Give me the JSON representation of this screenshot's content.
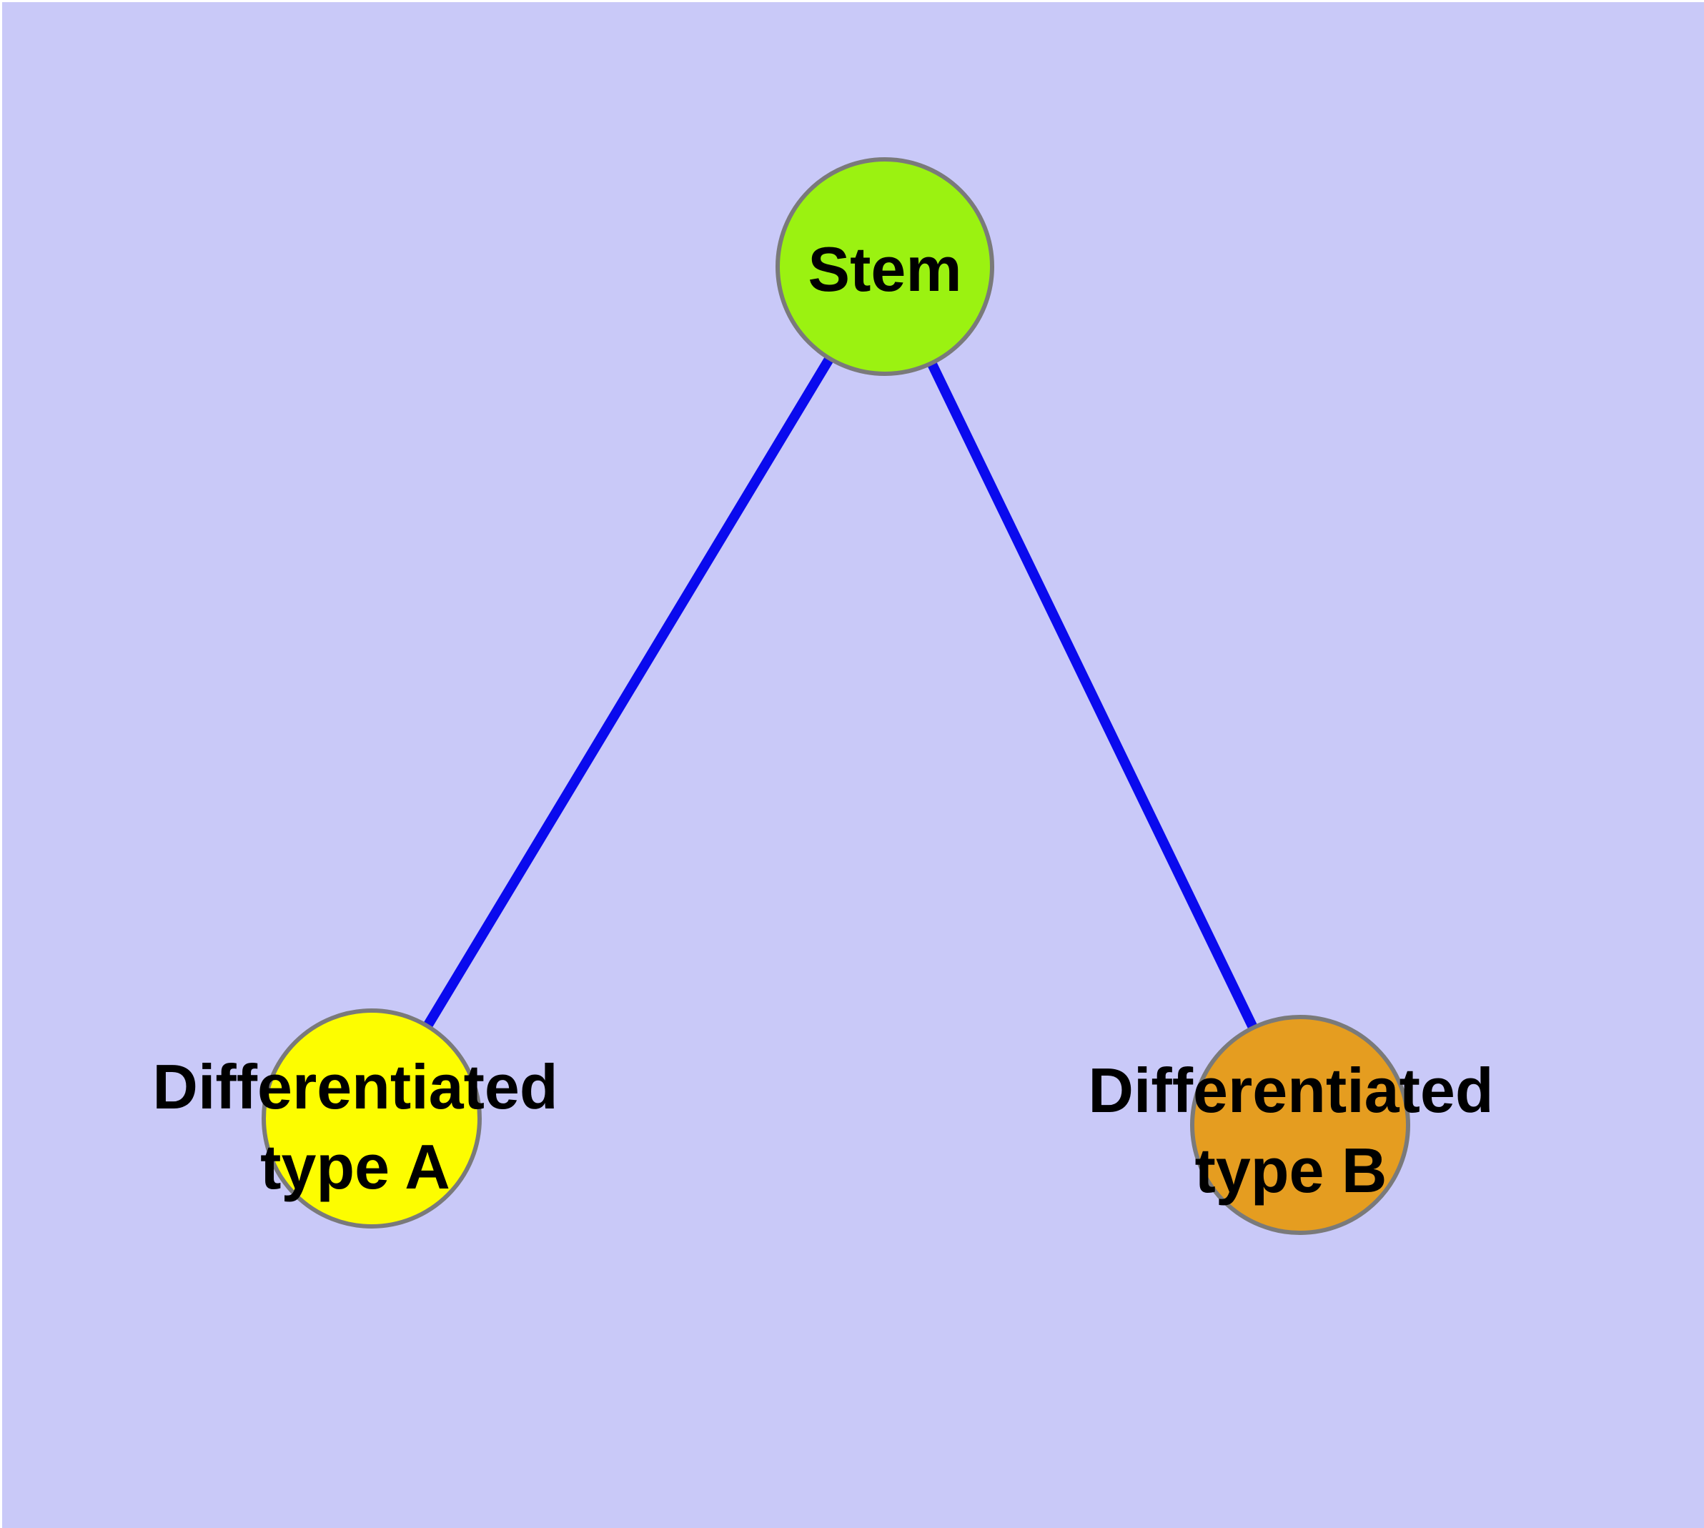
{
  "diagram": {
    "type": "graph",
    "description": "Cell differentiation tree: a stem node with two differentiated child nodes"
  },
  "colors": {
    "background": "#c9c9f8",
    "page_margin": "#ffffff",
    "edge": "#0a0aee",
    "node_border": "#7a7a7a",
    "label_text": "#000000",
    "stem_fill": "#9bf211",
    "type_a_fill": "#fdfd00",
    "type_b_fill": "#e59d20"
  },
  "nodes": {
    "stem": {
      "label": "Stem",
      "fill": "#9bf211"
    },
    "type_a": {
      "label_line1": "Differentiated",
      "label_line2": "type A",
      "label_full": "Differentiated type A",
      "fill": "#fdfd00"
    },
    "type_b": {
      "label_line1": "Differentiated",
      "label_line2": "type B",
      "label_full": "Differentiated type B",
      "fill": "#e59d20"
    }
  },
  "edges": [
    {
      "from": "Stem",
      "to": "Differentiated type A"
    },
    {
      "from": "Stem",
      "to": "Differentiated type B"
    }
  ]
}
